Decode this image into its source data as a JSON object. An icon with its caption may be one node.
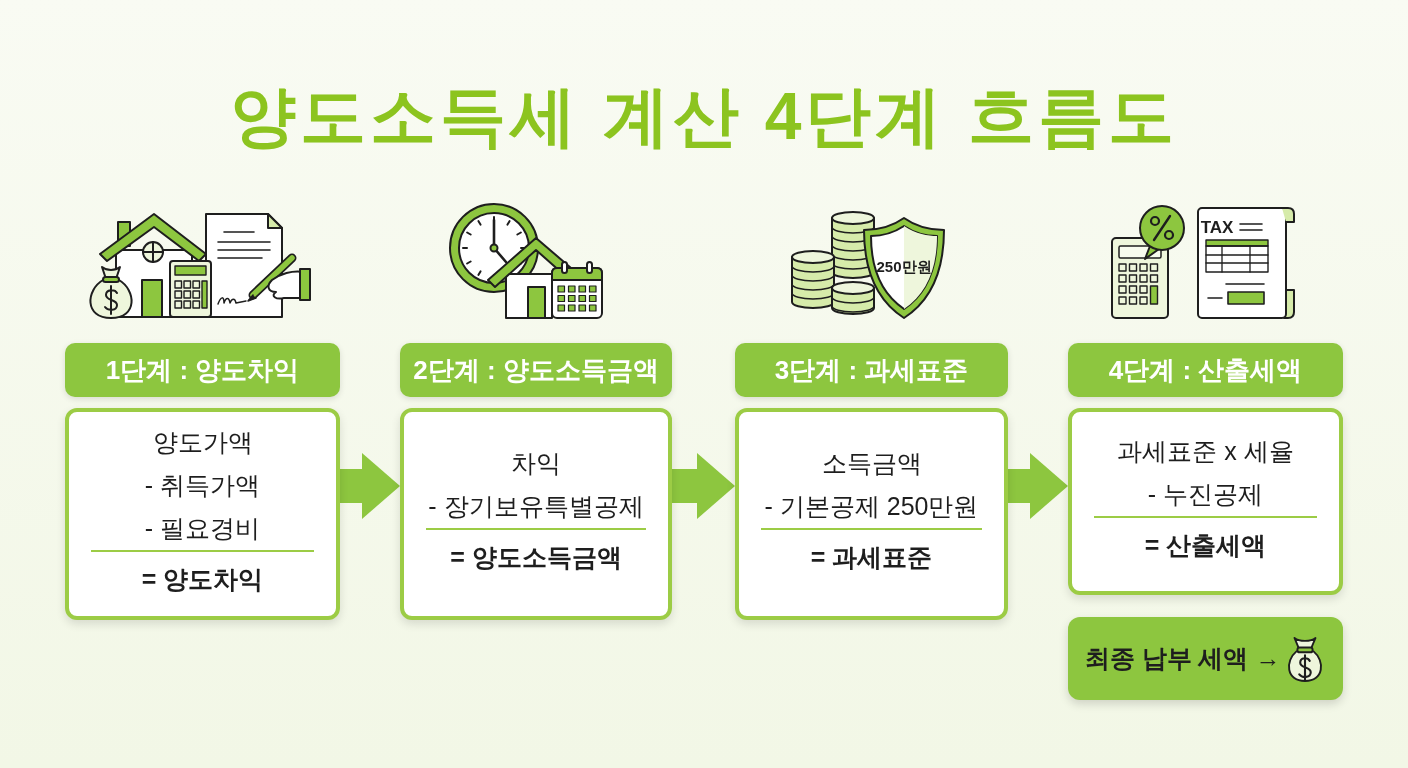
{
  "diagram": {
    "title": "양도소득세 계산 4단계 흐름도",
    "nodes": [
      {
        "text": [
          "1단계 : 양도차익"
        ]
      },
      {
        "text": [
          "양도가액",
          "- 취득가액",
          "- 필요경비",
          "= 양도차익"
        ]
      },
      {
        "text": [
          "2단계 : 양도소득금액"
        ]
      },
      {
        "text": [
          "차익",
          "- 장기보유특별공제",
          "= 양도소득금액"
        ]
      },
      {
        "text": [
          "3단계 : 과세표준"
        ]
      },
      {
        "text": [
          "소득금액",
          "- 기본공제 250만원",
          "= 과세표준"
        ]
      },
      {
        "text": [
          "4단계 : 산출세액"
        ]
      },
      {
        "text": [
          "과세표준 x 세율",
          "- 누진공제",
          "= 산출세액"
        ]
      },
      {
        "text": [
          "최종 납부 세액 →"
        ]
      }
    ],
    "edges": [
      {
        "from": 1,
        "to": 3,
        "arrow": "to"
      },
      {
        "from": 3,
        "to": 5,
        "arrow": "to"
      },
      {
        "from": 5,
        "to": 7,
        "arrow": "to"
      }
    ],
    "labels": [
      "250만원",
      "TAX"
    ]
  }
}
